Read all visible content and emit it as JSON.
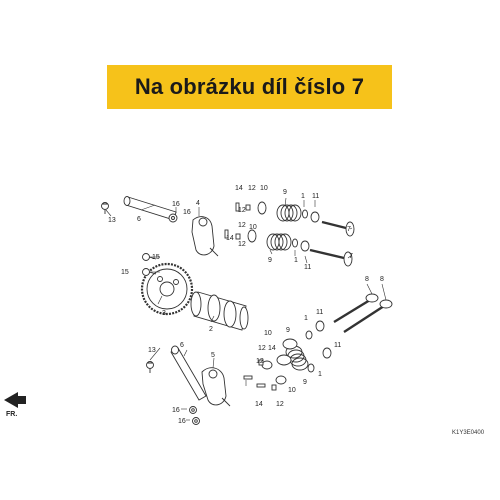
{
  "banner": {
    "text": "Na obrázku díl číslo 7",
    "color": "#f6c21a"
  },
  "diagram": {
    "code": "K1Y3E0400",
    "direction_label": "FR.",
    "callouts": [
      "1",
      "2",
      "3",
      "4",
      "5",
      "6",
      "7",
      "8",
      "9",
      "10",
      "11",
      "12",
      "13",
      "14",
      "15",
      "16"
    ]
  }
}
